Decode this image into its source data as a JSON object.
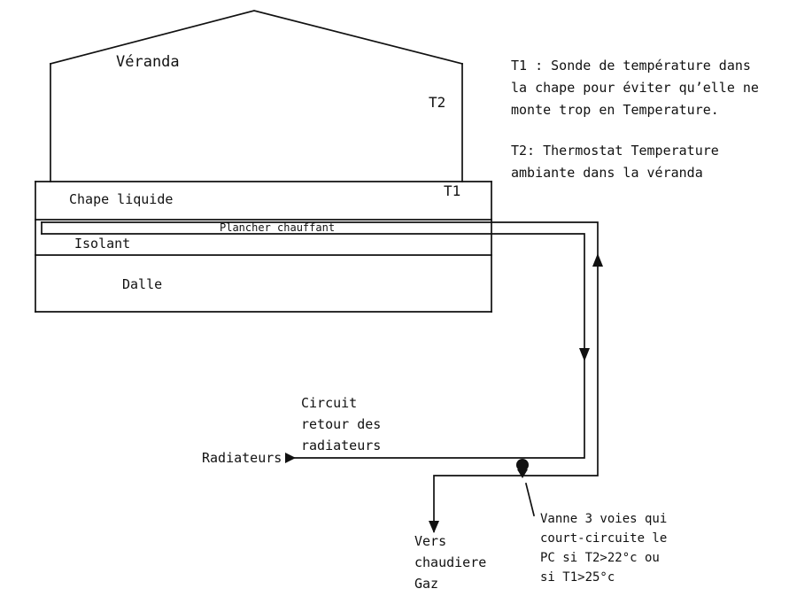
{
  "colors": {
    "ink": "#111111",
    "paper": "#ffffff"
  },
  "building": {
    "veranda_label": "Véranda",
    "t2_label": "T2",
    "t1_label": "T1"
  },
  "slab": {
    "chape_label": "Chape liquide",
    "plancher_label": "Plancher chauffant",
    "isolant_label": "Isolant",
    "dalle_label": "Dalle"
  },
  "piping": {
    "radiateurs_label": "Radiateurs",
    "circuit_retour": [
      "Circuit",
      "retour des",
      "radiateurs"
    ],
    "vers_chaudiere": [
      "Vers",
      "chaudiere",
      "Gaz"
    ]
  },
  "notes": {
    "t1_note": [
      "T1 : Sonde de température dans",
      "la chape pour éviter qu’elle ne",
      "monte trop en Temperature."
    ],
    "t2_note": [
      "T2: Thermostat Temperature",
      "ambiante dans la véranda"
    ],
    "vanne_note": [
      "Vanne 3 voies qui",
      "court-circuite le",
      "PC si T2>22°c ou",
      "si T1>25°c"
    ]
  }
}
